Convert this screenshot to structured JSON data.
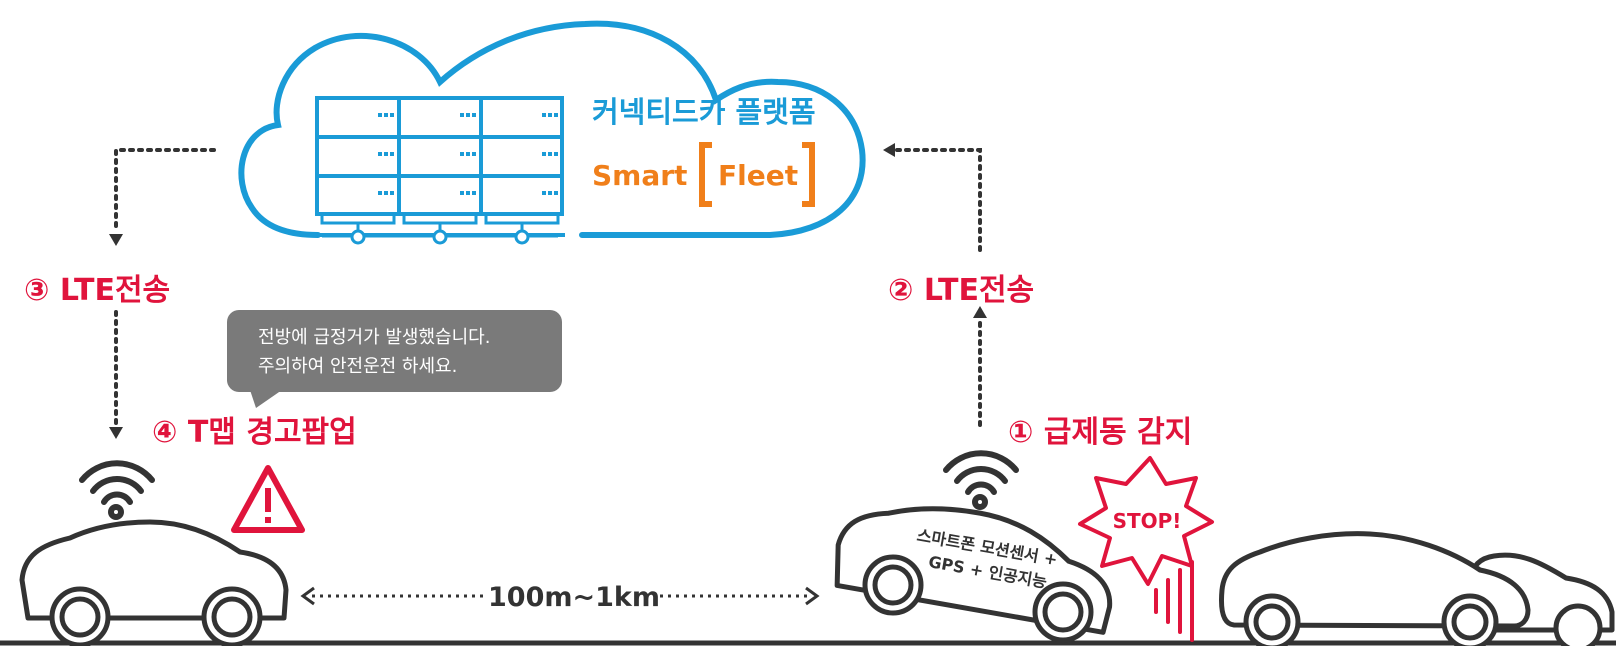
{
  "platform": {
    "title": "커넥티드카 플랫폼",
    "logo_word_1": "Smart",
    "logo_word_2": "Fleet"
  },
  "steps": {
    "step1": "① 급제동 감지",
    "step2": "② LTE전송",
    "step3": "③ LTE전송",
    "step4": "④ T맵 경고팝업"
  },
  "popup": {
    "line1": "전방에 급정거가 발생했습니다.",
    "line2": "주의하여 안전운전 하세요."
  },
  "distance_label": "100m~1km",
  "stop_badge": "STOP!",
  "car_labels": {
    "line1": "스마트폰 모션센서 +",
    "line2": "GPS + 인공지능"
  },
  "warning_icon": "exclamation-triangle-icon",
  "colors": {
    "accent_red": "#e0143c",
    "cloud_blue": "#1a9bd7",
    "orange": "#f07f1a",
    "dark": "#333333"
  }
}
